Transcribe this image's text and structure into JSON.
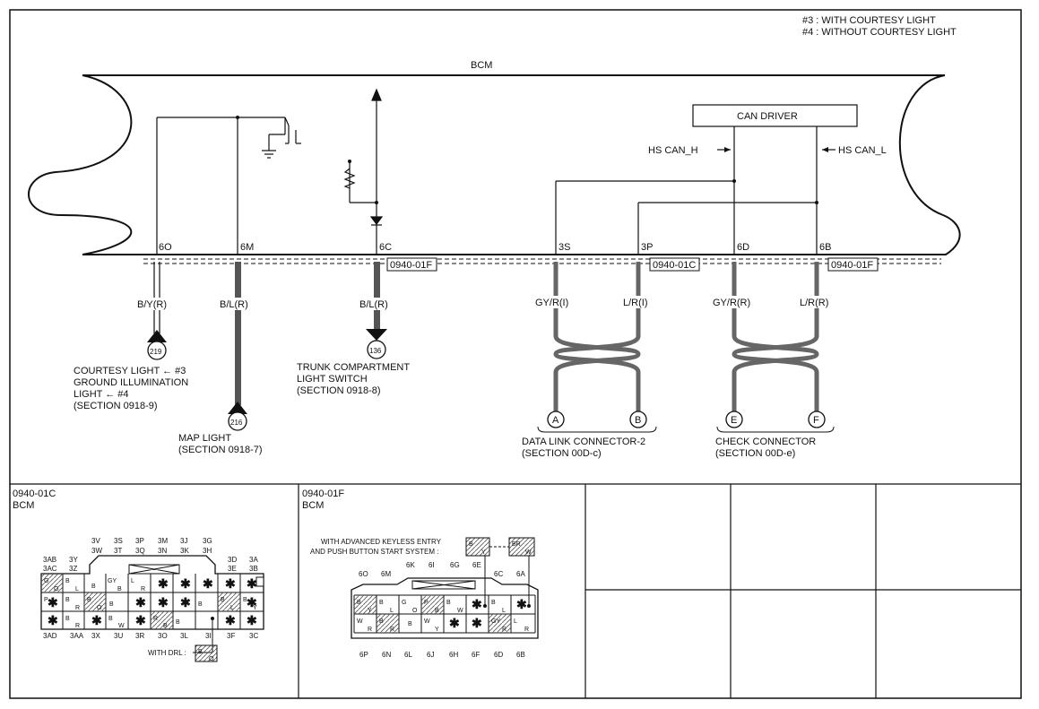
{
  "notes": [
    "#3 : WITH COURTESY LIGHT",
    "#4 : WITHOUT COURTESY LIGHT"
  ],
  "bcm_label": "BCM",
  "can_driver": {
    "label": "CAN DRIVER",
    "hs_can_h": "HS CAN_H",
    "hs_can_l": "HS CAN_L"
  },
  "pins": {
    "p6O": "6O",
    "p6M": "6M",
    "p6C": "6C",
    "p3S": "3S",
    "p3P": "3P",
    "p6D": "6D",
    "p6B": "6B"
  },
  "connector_tags": {
    "c1": "0940-01F",
    "c2": "0940-01C",
    "c3": "0940-01F"
  },
  "wires": {
    "w1": "B/Y(R)",
    "w2": "B/L(R)",
    "w3": "B/L(R)",
    "w4": "GY/R(I)",
    "w5": "L/R(I)",
    "w6": "GY/R(R)",
    "w7": "L/R(R)"
  },
  "refs": {
    "r219": "219",
    "r216": "216",
    "r136": "136",
    "rA": "A",
    "rB": "B",
    "rE": "E",
    "rF": "F"
  },
  "destinations": {
    "courtesy": [
      "COURTESY LIGHT ← #3",
      "GROUND ILLUMINATION",
      "LIGHT ← #4",
      "(SECTION 0918-9)"
    ],
    "map": [
      "MAP LIGHT",
      "(SECTION 0918-7)"
    ],
    "trunk": [
      "TRUNK COMPARTMENT",
      "LIGHT SWITCH",
      "(SECTION 0918-8)"
    ],
    "dlc": [
      "DATA LINK CONNECTOR-2",
      "(SECTION 00D-c)"
    ],
    "check": [
      "CHECK CONNECTOR",
      "(SECTION 00D-e)"
    ]
  },
  "connector_01C": {
    "code": "0940-01C",
    "name": "BCM",
    "top_labels": {
      "r1": [
        "3V",
        "3S",
        "3P",
        "3M",
        "3J",
        "3G"
      ],
      "r2": [
        "3W",
        "3T",
        "3Q",
        "3N",
        "3K",
        "3H"
      ]
    },
    "left_labels": [
      "3AB",
      "3Y",
      "3AC",
      "3Z"
    ],
    "right_labels": [
      "3D",
      "3A",
      "3E",
      "3B"
    ],
    "bottom_labels": [
      "3AD",
      "3AA",
      "3X",
      "3U",
      "3R",
      "3O",
      "3L",
      "3I",
      "3F",
      "3C"
    ],
    "drl_label": "WITH DRL :",
    "drl_wire": [
      "B",
      "O"
    ]
  },
  "connector_01F": {
    "code": "0940-01F",
    "name": "BCM",
    "keyless_label": [
      "WITH ADVANCED KEYLESS ENTRY",
      "AND PUSH BUTTON START SYSTEM :"
    ],
    "keyless_wires": [
      [
        "B",
        "Y"
      ],
      [
        "BR",
        "W"
      ]
    ],
    "top_labels": {
      "r1": [
        "6K",
        "6I",
        "6G",
        "6E"
      ],
      "r2": [
        "6O",
        "6M",
        "6C",
        "6A"
      ]
    },
    "bottom_labels": [
      "6P",
      "6N",
      "6L",
      "6J",
      "6H",
      "6F",
      "6D",
      "6B"
    ]
  }
}
